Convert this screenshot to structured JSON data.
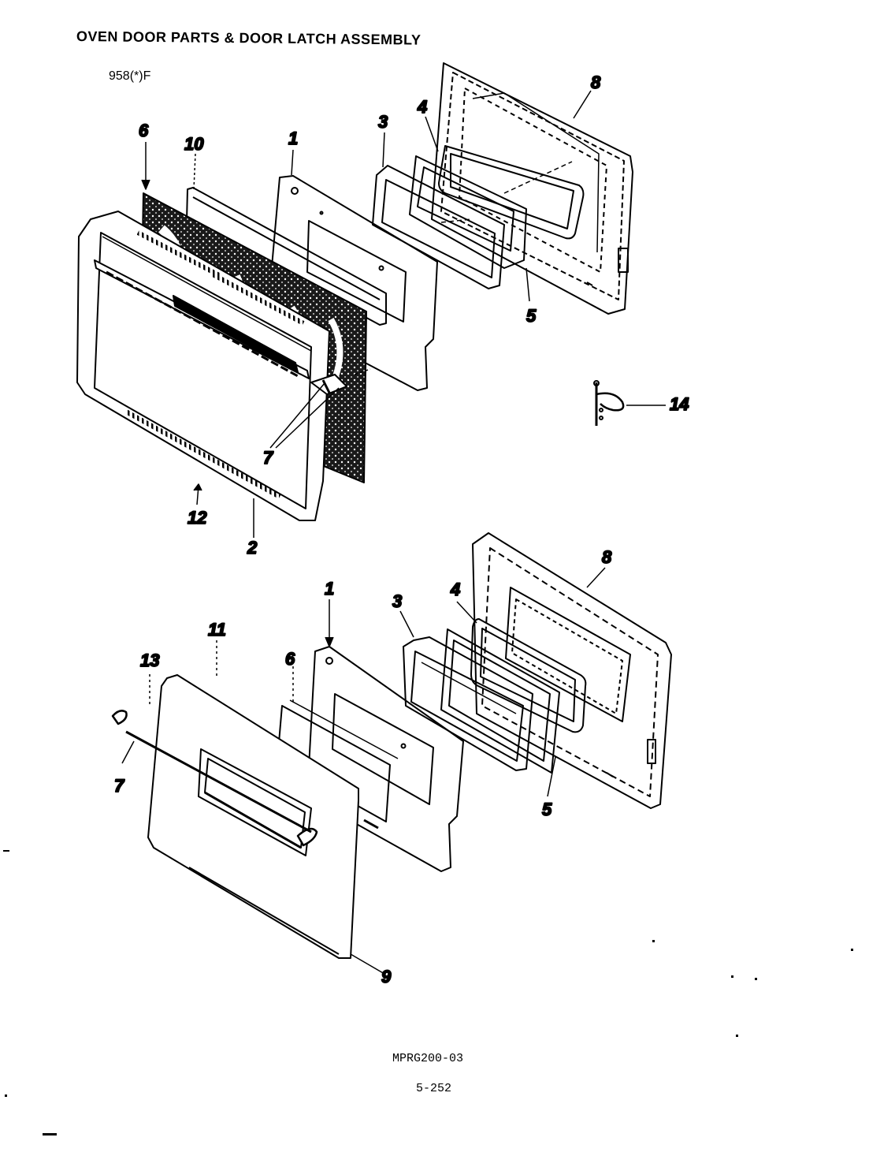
{
  "header": {
    "title": "OVEN DOOR PARTS & DOOR LATCH ASSEMBLY",
    "model": "958(*)F"
  },
  "footer": {
    "code": "MPRG200-03",
    "page": "5-252"
  },
  "callouts": {
    "upper": {
      "p6": "6",
      "p10": "10",
      "p1": "1",
      "p3": "3",
      "p4": "4",
      "p8": "8",
      "p5": "5",
      "p14": "14",
      "p7": "7",
      "p12": "12",
      "p2": "2"
    },
    "lower": {
      "p8": "8",
      "p1": "1",
      "p3": "3",
      "p4": "4",
      "p11": "11",
      "p13": "13",
      "p6": "6",
      "p7": "7",
      "p5": "5",
      "p9": "9"
    }
  }
}
